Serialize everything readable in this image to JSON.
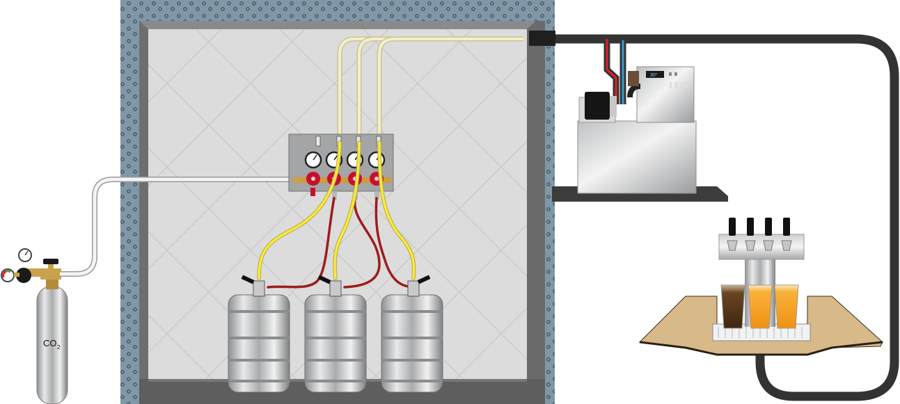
{
  "diagram": {
    "type": "draft beer system schematic",
    "cylinder_label": "CO",
    "cylinder_label_sub": "2",
    "chiller_display": "30°",
    "keg_count": 3,
    "tap_count": 4,
    "regulator_gauge_count": 4,
    "colors": {
      "insulation": "#7f97a6",
      "cooler_wall": "#d9d9d9",
      "beer_line": "#f3efc7",
      "keg_beer_line": "#f6ea45",
      "gas_line": "#9e1c1c",
      "trunk_line": "#333333",
      "supply_hot": "#e21f26",
      "supply_cold": "#2e9fd1",
      "counter": "#d7b98a",
      "dark_beer": "#5a3a1a",
      "light_beer": "#f7a320"
    },
    "beers": [
      "dark",
      "light",
      "light"
    ]
  }
}
